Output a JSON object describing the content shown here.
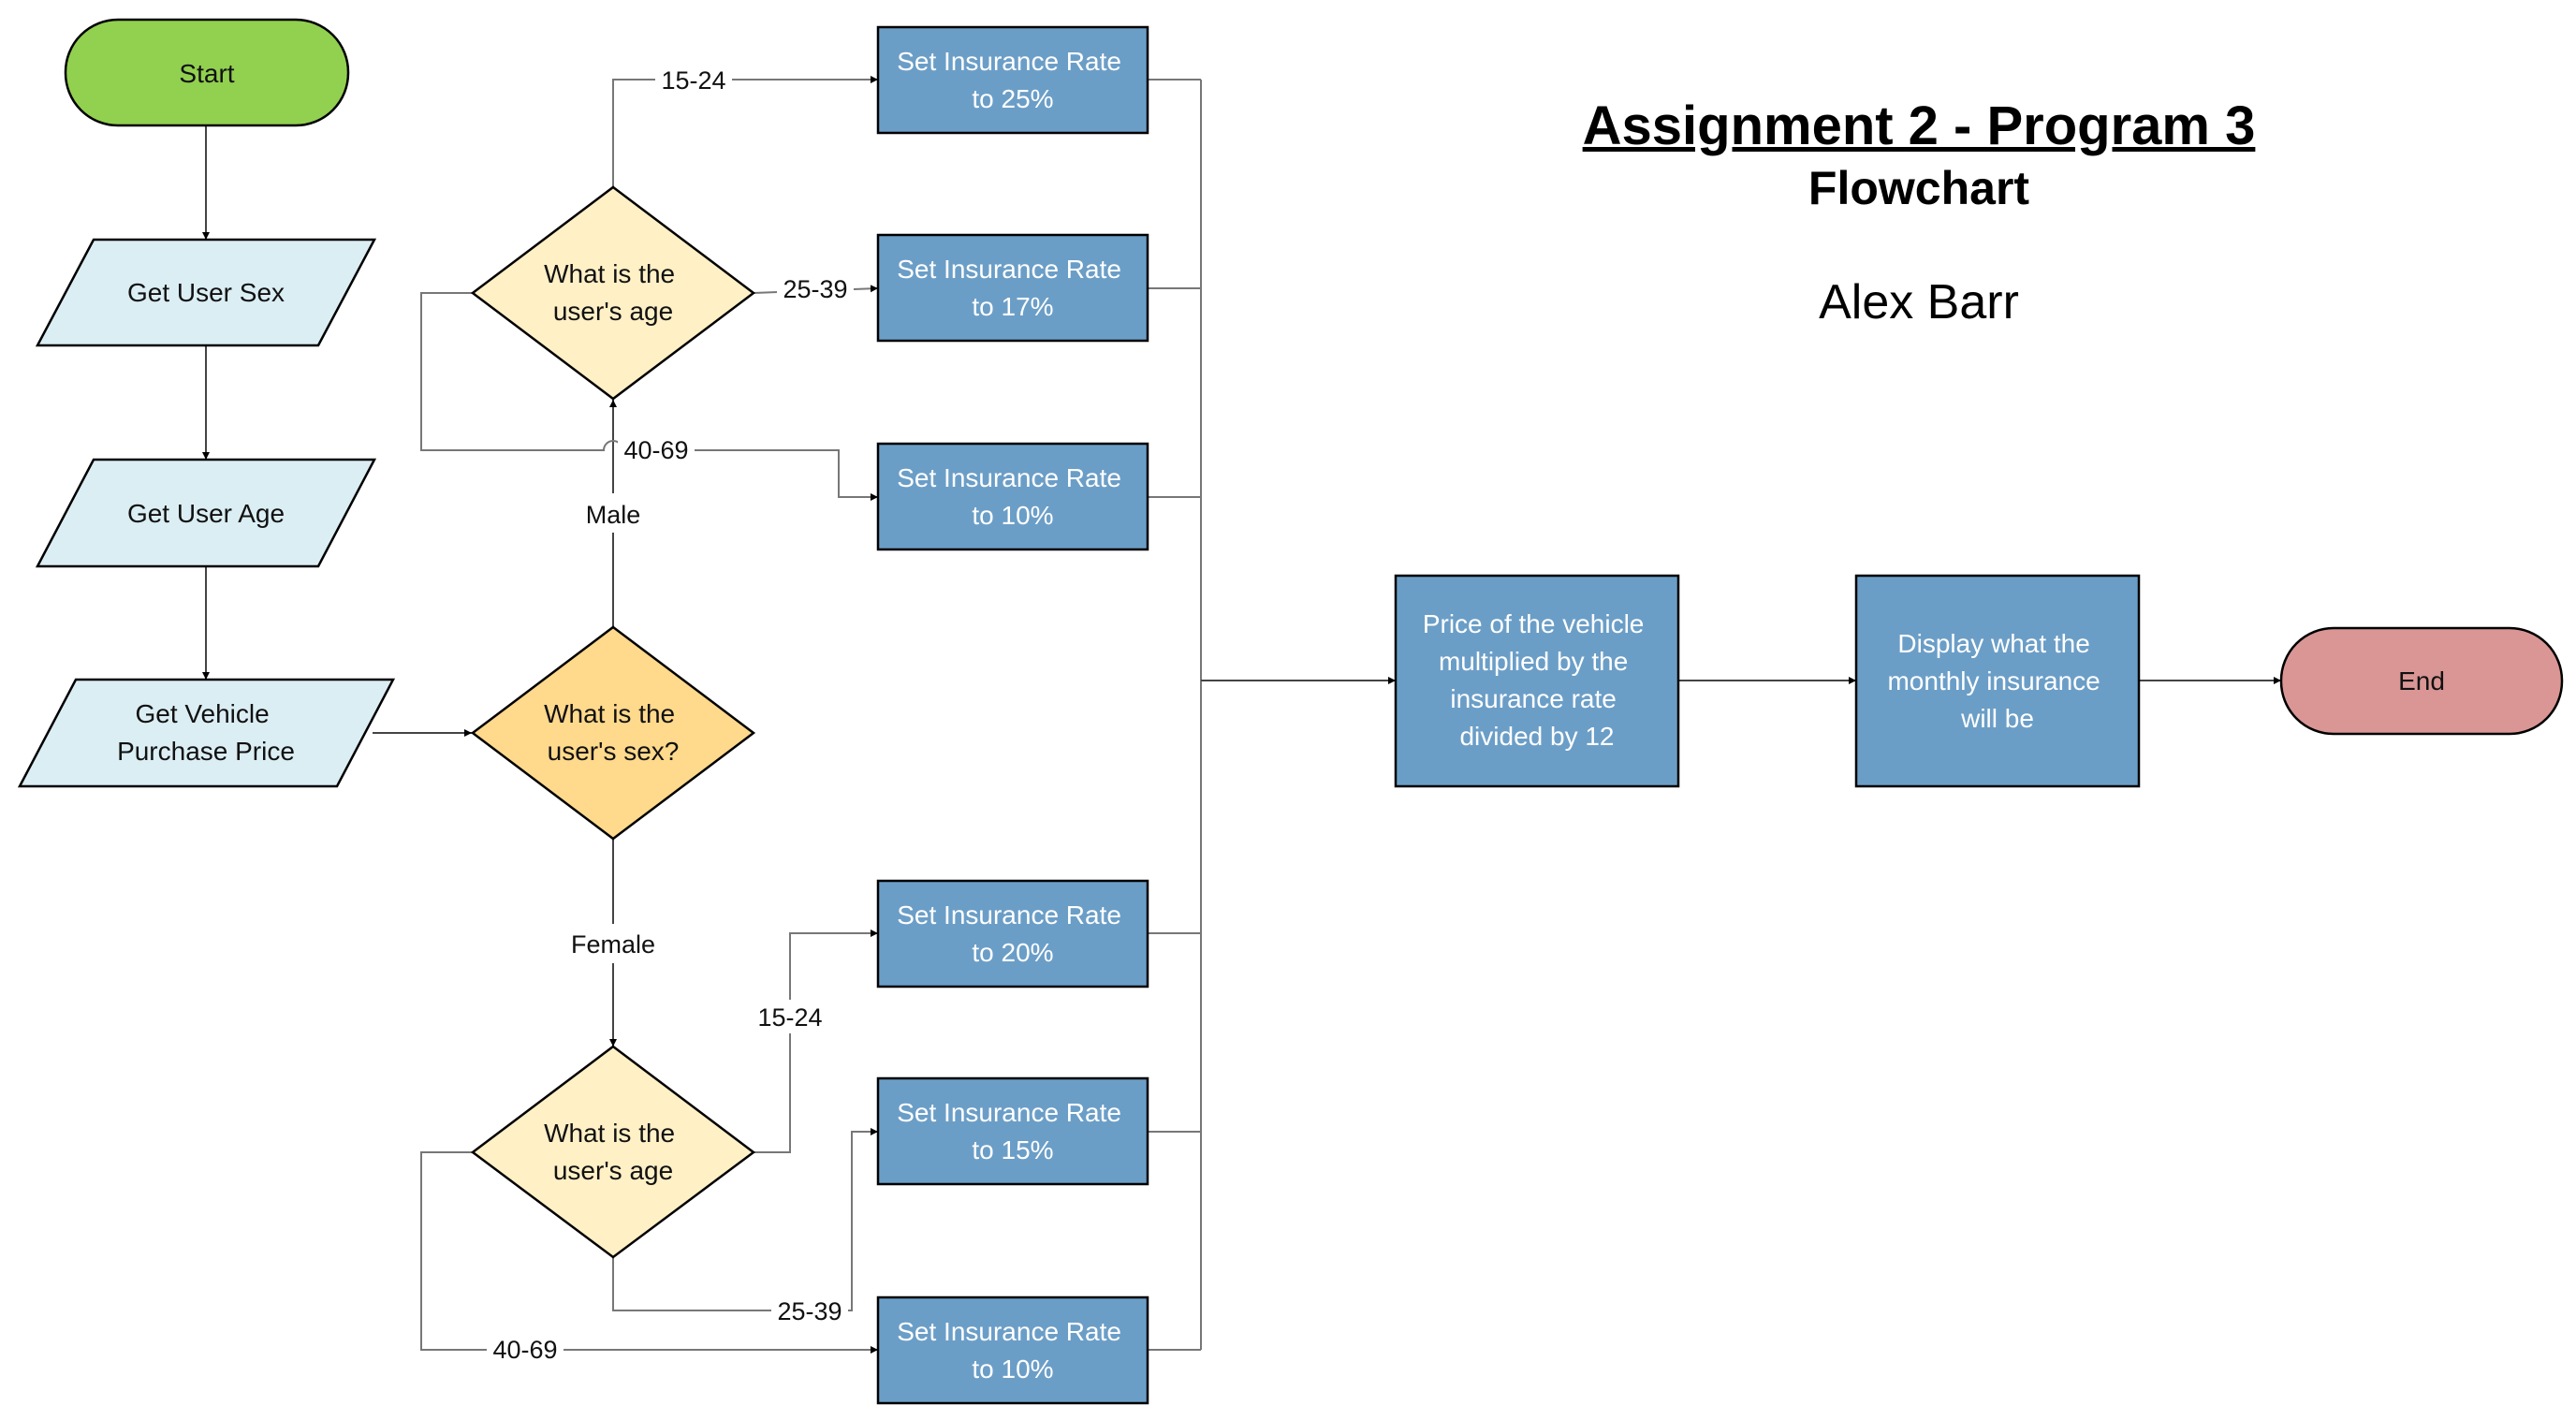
{
  "header": {
    "title": "Assignment 2 - Program 3",
    "subtitle": "Flowchart",
    "author": "Alex Barr"
  },
  "colors": {
    "terminal_start": "#92d050",
    "terminal_end": "#d99694",
    "input": "#dbeef4",
    "decision_sex": "#ffd98c",
    "decision_age": "#fff0c6",
    "process": "#6b9ec7",
    "process_text": "#ffffff",
    "stroke": "#000000",
    "connector": "#6e6e6e"
  },
  "nodes": {
    "start": "Start",
    "get_sex": "Get User Sex",
    "get_age": "Get User Age",
    "get_price": [
      "Get Vehicle",
      "Purchase Price"
    ],
    "decision_sex": [
      "What is the",
      "user's sex?"
    ],
    "decision_age_male": [
      "What is the",
      "user's age"
    ],
    "decision_age_female": [
      "What is the",
      "user's age"
    ],
    "rate_m1": [
      "Set Insurance Rate",
      "to 25%"
    ],
    "rate_m2": [
      "Set Insurance Rate",
      "to 17%"
    ],
    "rate_m3": [
      "Set Insurance Rate",
      "to 10%"
    ],
    "rate_f1": [
      "Set Insurance Rate",
      "to 20%"
    ],
    "rate_f2": [
      "Set Insurance Rate",
      "to 15%"
    ],
    "rate_f3": [
      "Set Insurance Rate",
      "to 10%"
    ],
    "calc": [
      "Price of the vehicle",
      "multiplied by the",
      "insurance rate",
      "divided by 12"
    ],
    "display": [
      "Display what the",
      "monthly insurance",
      "will be"
    ],
    "end": "End"
  },
  "edge_labels": {
    "male": "Male",
    "female": "Female",
    "m_15_24": "15-24",
    "m_25_39": "25-39",
    "m_40_69": "40-69",
    "f_15_24": "15-24",
    "f_25_39": "25-39",
    "f_40_69": "40-69"
  }
}
